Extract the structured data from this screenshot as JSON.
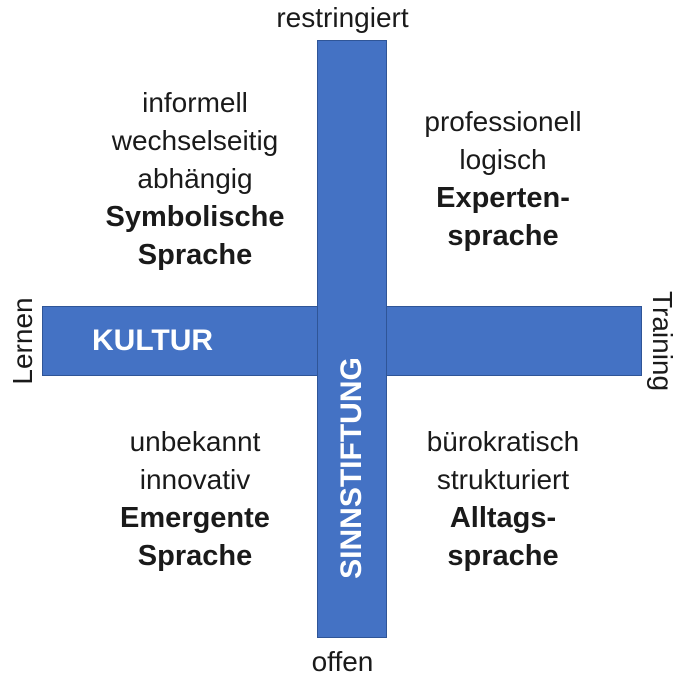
{
  "axes": {
    "top": "restringiert",
    "bottom": "offen",
    "left": "Lernen",
    "right": "Training"
  },
  "bars": {
    "horizontal_label": "KULTUR",
    "vertical_label": "SINNSTIFTUNG",
    "color": "#4472c4"
  },
  "quadrants": {
    "top_left": {
      "lines": [
        "informell",
        "wechselseitig",
        "abhängig"
      ],
      "bold": [
        "Symbolische",
        "Sprache"
      ]
    },
    "top_right": {
      "lines": [
        "professionell",
        "logisch"
      ],
      "bold": [
        "Experten-",
        "sprache"
      ]
    },
    "bottom_left": {
      "lines": [
        "unbekannt",
        "innovativ"
      ],
      "bold": [
        "Emergente",
        "Sprache"
      ]
    },
    "bottom_right": {
      "lines": [
        "bürokratisch",
        "strukturiert"
      ],
      "bold": [
        "Alltags-",
        "sprache"
      ]
    }
  }
}
